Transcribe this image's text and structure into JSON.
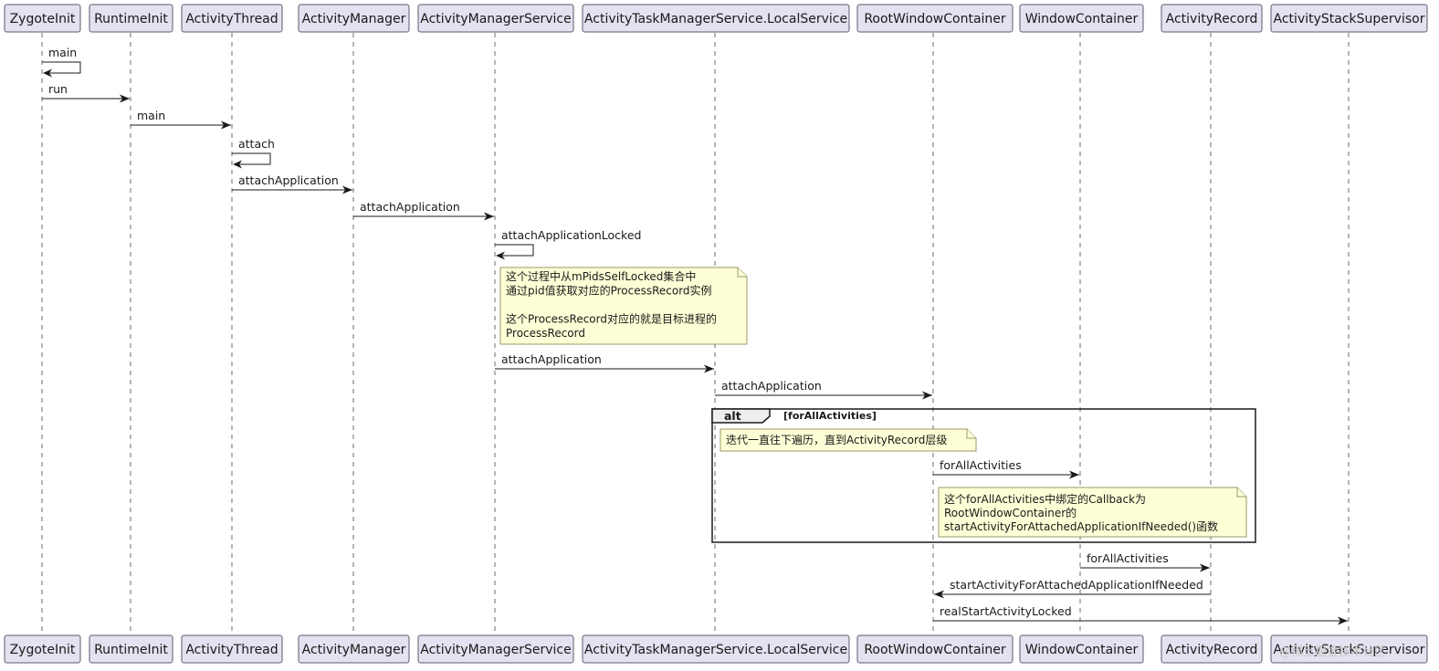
{
  "participants": [
    "ZygoteInit",
    "RuntimeInit",
    "ActivityThread",
    "ActivityManager",
    "ActivityManagerService",
    "ActivityTaskManagerService.LocalService",
    "RootWindowContainer",
    "WindowContainer",
    "ActivityRecord",
    "ActivityStackSupervisor"
  ],
  "messages": [
    {
      "from": 0,
      "to": 0,
      "label": "main"
    },
    {
      "from": 0,
      "to": 1,
      "label": "run"
    },
    {
      "from": 1,
      "to": 2,
      "label": "main"
    },
    {
      "from": 2,
      "to": 2,
      "label": "attach"
    },
    {
      "from": 2,
      "to": 3,
      "label": "attachApplication"
    },
    {
      "from": 3,
      "to": 4,
      "label": "attachApplication"
    },
    {
      "from": 4,
      "to": 4,
      "label": "attachApplicationLocked"
    },
    {
      "from": 4,
      "to": 5,
      "label": "attachApplication"
    },
    {
      "from": 5,
      "to": 6,
      "label": "attachApplication"
    },
    {
      "from": 6,
      "to": 7,
      "label": "forAllActivities"
    },
    {
      "from": 7,
      "to": 8,
      "label": "forAllActivities"
    },
    {
      "from": 8,
      "to": 6,
      "label": "startActivityForAttachedApplicationIfNeeded"
    },
    {
      "from": 6,
      "to": 9,
      "label": "realStartActivityLocked"
    }
  ],
  "notes": [
    {
      "lines": [
        "这个过程中从mPidsSelfLocked集合中",
        "通过pid值获取对应的ProcessRecord实例",
        "",
        "这个ProcessRecord对应的就是目标进程的",
        "ProcessRecord"
      ]
    },
    {
      "lines": [
        "迭代一直往下遍历，直到ActivityRecord层级"
      ]
    },
    {
      "lines": [
        "这个forAllActivities中绑定的Callback为",
        "RootWindowContainer的",
        "startActivityForAttachedApplicationIfNeeded()函数"
      ]
    }
  ],
  "alt_frame": {
    "keyword": "alt",
    "condition": "[forAllActivities]"
  },
  "watermark": "@稀土掘金技术社区"
}
